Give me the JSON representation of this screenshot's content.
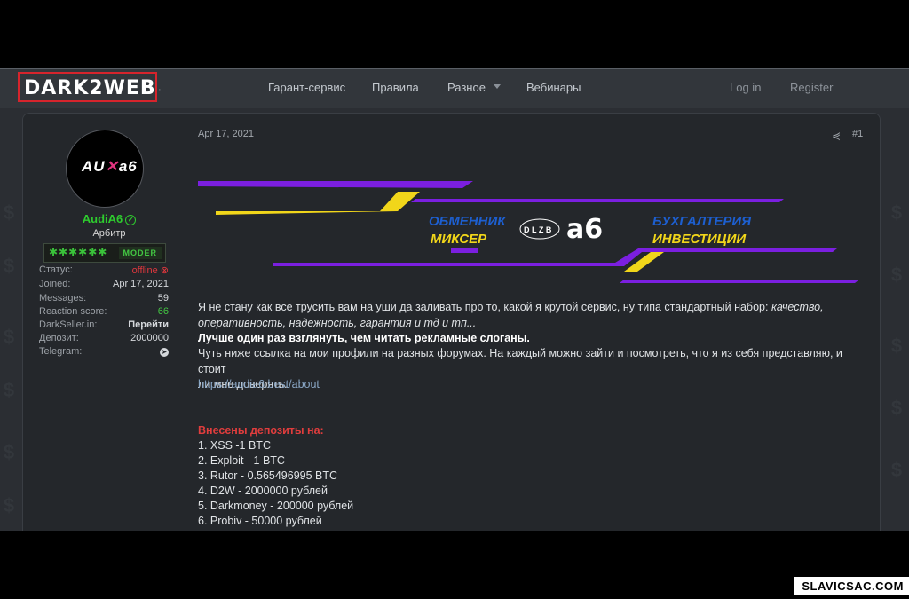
{
  "header": {
    "logo": "DARK2WEB",
    "nav": [
      "Гарант-сервис",
      "Правила",
      "Разное",
      "Вебинары"
    ],
    "login": "Log in",
    "register": "Register"
  },
  "user": {
    "name": "AudiA6",
    "title": "Арбитр",
    "avatar_text_1": "AU",
    "avatar_text_2": "a6",
    "rank": "MODER",
    "stats": [
      {
        "key": "Статус:",
        "value": "offline ⊗"
      },
      {
        "key": "Joined:",
        "value": "Apr 17, 2021"
      },
      {
        "key": "Messages:",
        "value": "59"
      },
      {
        "key": "Reaction score:",
        "value": "66"
      },
      {
        "key": "DarkSeller.in:",
        "value": "Перейти"
      },
      {
        "key": "Депозит:",
        "value": "2000000"
      },
      {
        "key": "Telegram:",
        "value": ""
      }
    ]
  },
  "post": {
    "date": "Apr 17, 2021",
    "number": "#1",
    "banner": {
      "left_top": "ОБМЕННИК",
      "left_bottom": "МИКСЕР",
      "circle_text": "D L Z B",
      "big": "a6",
      "right_top": "БУХГАЛТЕРИЯ",
      "right_bottom": "ИНВЕСТИЦИИ",
      "colors": {
        "purple": "#7b1fe0",
        "yellow": "#f1d61a",
        "blue": "#1d5fd0"
      }
    },
    "para1_normal": "Я не стану как все трусить вам на уши да заливать про то, какой я крутой сервис, ну типа стандартный набор: ",
    "para1_italic_a": "качество,",
    "para1_italic_b": "оперативность, надежность, гарантия и тд и тп...",
    "bold_line": "Лучше один раз взглянуть, чем читать рекламные слоганы.",
    "para2_a": "Чуть ниже ссылка на мои профили на разных форумах. На каждый можно зайти и посмотреть, что я из себя представляю, и стоит",
    "para2_b": "ли мне доверять.",
    "link": "https://audia6.best/about",
    "deposits_heading": "Внесены депозиты на:",
    "deposits": [
      "1. XSS -1 BTC",
      "2. Exploit - 1 BTC",
      "3. Rutor - 0.565496995 BTC",
      "4. D2W - 2000000 рублей",
      "5. Darkmoney - 200000 рублей",
      "6. Probiv - 50000 рублей"
    ]
  },
  "source_tag": "SLAVICSAC.COM"
}
